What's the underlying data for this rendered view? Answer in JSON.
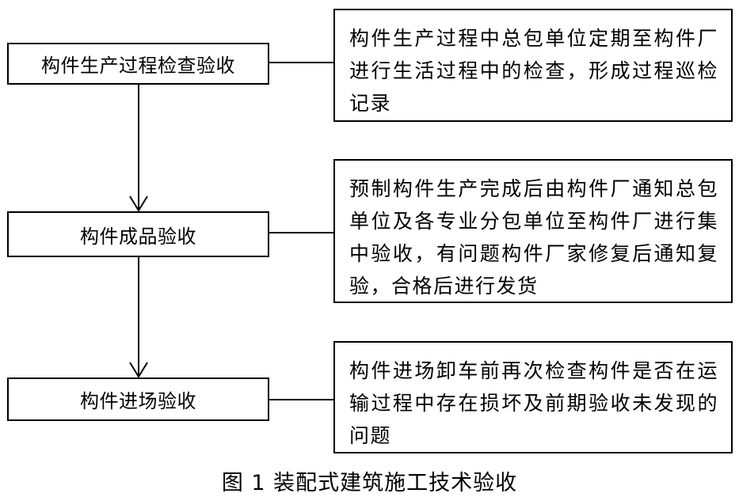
{
  "steps": [
    {
      "label": "构件生产过程检查验收"
    },
    {
      "label": "构件成品验收"
    },
    {
      "label": "构件进场验收"
    }
  ],
  "notes": [
    {
      "text": "构件生产过程中总包单位定期至构件厂进行生活过程中的检查，形成过程巡检记录"
    },
    {
      "text": "预制构件生产完成后由构件厂通知总包单位及各专业分包单位至构件厂进行集中验收，有问题构件厂家修复后通知复验，合格后进行发货"
    },
    {
      "text": "构件进场卸车前再次检查构件是否在运输过程中存在损坏及前期验收未发现的问题"
    }
  ],
  "caption": "图 1 装配式建筑施工技术验收"
}
